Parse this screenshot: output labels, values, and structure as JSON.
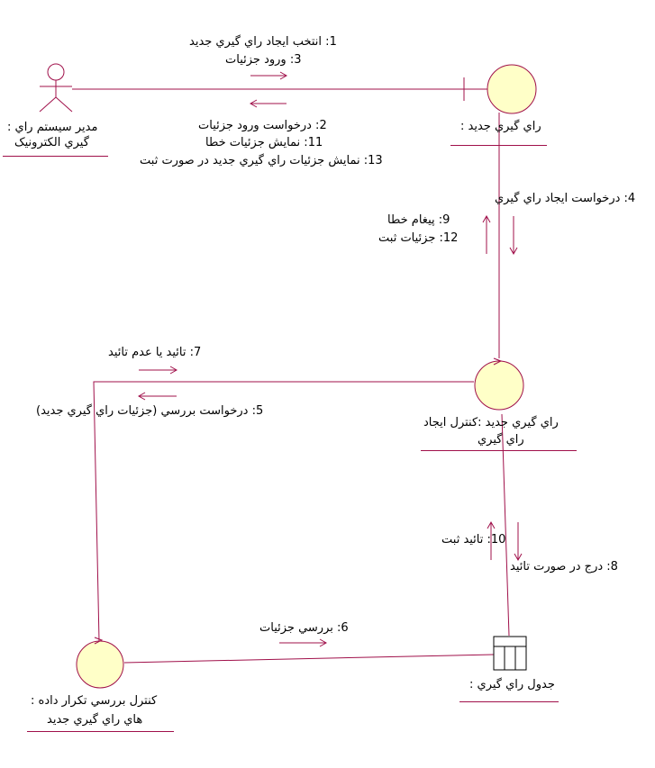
{
  "actor": {
    "name_line1": "مدير سيستم راي :",
    "name_line2": "گيري الکترونيک"
  },
  "boundary": {
    "name": "راي گيري جديد :"
  },
  "control_main": {
    "name_line1": "راي گيري جديد :کنترل ايجاد",
    "name_line2": "راي گيري"
  },
  "control_check": {
    "name_line1": "کنترل بررسي تکرار داده :",
    "name_line2": "هاي راي گيري جديد"
  },
  "entity": {
    "name": "جدول راي گيري :"
  },
  "messages": {
    "m1": "1: انتخب ايجاد راي گيري جديد",
    "m3": "3: ورود جزئيات",
    "m2": "2: درخواست ورود جزئيات",
    "m11": "11: نمايش جزئيات خطا",
    "m13": "13: نمايش جزئيات راي گيري جديد در صورت ثبت",
    "m4": "4: درخواست ايجاد راي گيري",
    "m9": "9: پيغام خطا",
    "m12": "12: جزئيات ثبت",
    "m7": "7: تائيد يا عدم تائيد",
    "m5": "5: درخواست بررسي (جزئيات راي گيري جديد)",
    "m10": "10: تائيد ثبت",
    "m8": "8: درج در صورت تائيد",
    "m6": "6: بررسي جزئيات"
  },
  "colors": {
    "line": "#a0104a",
    "object_fill": "#ffffc8",
    "object_stroke": "#a0104a"
  }
}
